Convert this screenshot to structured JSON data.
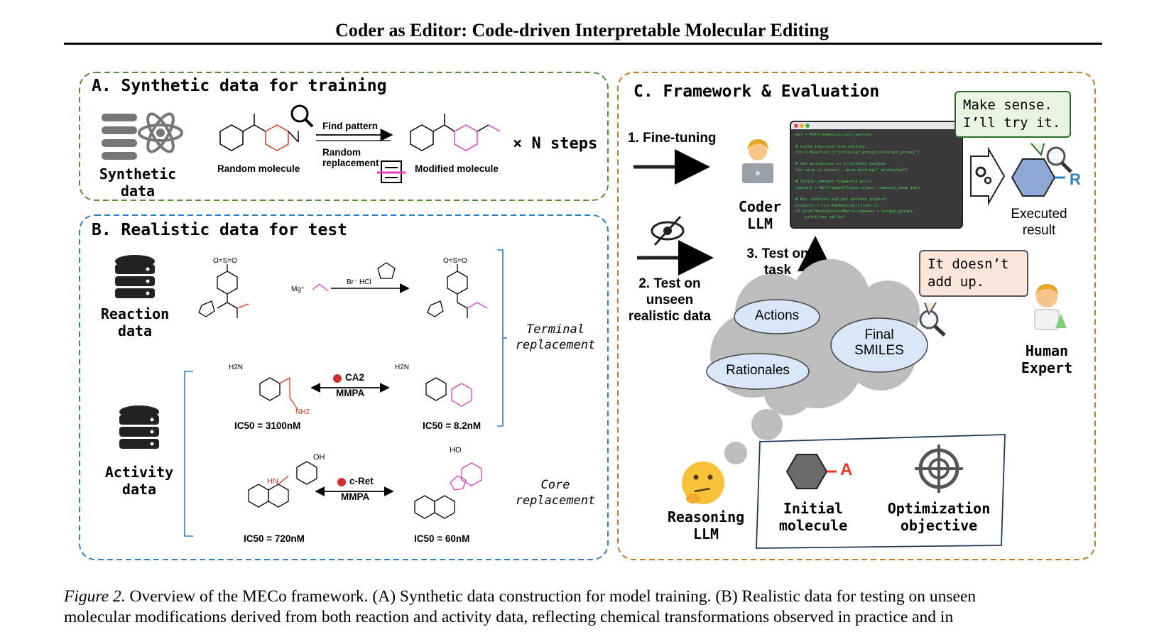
{
  "header": {
    "title": "Coder as Editor: Code-driven Interpretable Molecular Editing"
  },
  "panel_a": {
    "title": "A. Synthetic data for training",
    "synthetic_label_1": "Synthetic",
    "synthetic_label_2": "data",
    "random_molecule": "Random molecule",
    "find_pattern": "Find pattern",
    "random_replacement_1": "Random",
    "random_replacement_2": "replacement",
    "modified_molecule": "Modified molecule",
    "n_steps": "× N steps"
  },
  "panel_b": {
    "title": "B. Realistic data for test",
    "reaction_label_1": "Reaction",
    "reaction_label_2": "data",
    "activity_label_1": "Activity",
    "activity_label_2": "data",
    "terminal_1": "Terminal",
    "terminal_2": "replacement",
    "core_1": "Core",
    "core_2": "replacement",
    "reagents": "Br⁻ HCl",
    "ca2": "CA2",
    "cret": "c-Ret",
    "mmpa": "MMPA",
    "ic50_1": "IC50 = 3100nM",
    "ic50_2": "IC50 = 8.2nM",
    "ic50_3": "IC50 = 720nM",
    "ic50_4": "IC50 = 60nM",
    "sulfone": "O=S=O",
    "sulfonamide": "H2N",
    "amine": "NH2",
    "mg": "Mg⁺",
    "hn": "HN",
    "oh": "OH",
    "ho": "HO"
  },
  "panel_c": {
    "title": "C. Framework & Evaluation",
    "fine_tuning": "1. Fine-tuning",
    "test_unseen_1": "2. Test on",
    "test_unseen_2": "unseen",
    "test_unseen_3": "realistic data",
    "test_task_1": "3. Test on",
    "test_task_2": "task",
    "coder_1": "Coder",
    "coder_2": "LLM",
    "make_sense_1": "Make sense.",
    "make_sense_2": "I’ll try it.",
    "executed_1": "Executed",
    "executed_2": "result",
    "r_label": "R",
    "doesnt_1": "It doesn’t",
    "doesnt_2": "add up.",
    "human_1": "Human",
    "human_2": "Expert",
    "actions": "Actions",
    "final_1": "Final",
    "final_2": "SMILES",
    "rationales": "Rationales",
    "reasoning_1": "Reasoning",
    "reasoning_2": "LLM",
    "initial_1": "Initial",
    "initial_2": "molecule",
    "a_label": "A",
    "objective_1": "Optimization",
    "objective_2": "objective",
    "code": [
      "mol = MolFromSmiles(init_smiles)",
      "",
      "# build reaction-like editing",
      "rxn = Reaction (f\"{original_group}>>{target_group}\")",
      "",
      "# Set protection on irrelevant matches",
      "for atom in atoms(): atom.SetProp(\"_protected\")",
      "",
      "# Define remnant fragments parts",
      "remnant = MolFragmentToSmarts(mol, remnant_atom_ids)",
      "",
      "# Run reaction and get matched product",
      "products = rxn.RunReactants((mol,))",
      "if prod.HasSubstructMatch(remnant + target_group):",
      "    print(new_smiles)"
    ]
  },
  "caption": {
    "figure_label": "Figure 2.",
    "line1": " Overview of the MECo framework. (A) Synthetic data construction for model training. (B) Realistic data for testing on unseen",
    "line2": "molecular modifications derived from both reaction and activity data, reflecting chemical transformations observed in practice and in"
  },
  "colors": {
    "panel_a_border": "#5a8a3a",
    "panel_b_border": "#2f7fc0",
    "panel_c_border": "#c8782a",
    "highlight": "#e040c0",
    "red": "#e03a20"
  }
}
